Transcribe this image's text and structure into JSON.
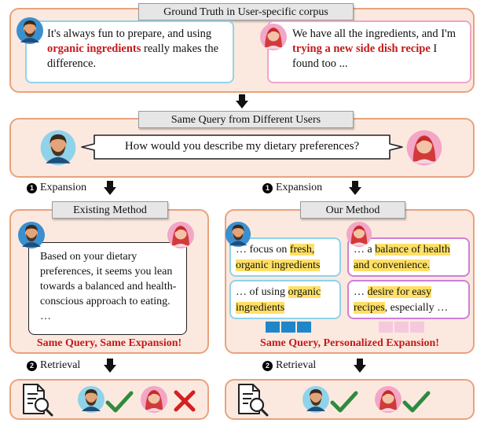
{
  "top": {
    "title": "Ground Truth in User-specific corpus",
    "user1": {
      "pre": "It's always fun to prepare, and using ",
      "em": "organic ingredients",
      "post": " really makes the difference."
    },
    "user2": {
      "pre": "We have all the ingredients, and I'm ",
      "em": "trying a new side dish recipe",
      "post": " I found too ..."
    }
  },
  "query": {
    "title": "Same Query from Different Users",
    "text": "How would you describe my dietary preferences?"
  },
  "steps": {
    "expansion_num": "1",
    "expansion": "Expansion",
    "retrieval_num": "2",
    "retrieval": "Retrieval"
  },
  "existing": {
    "title": "Existing Method",
    "text": "Based on your dietary preferences, it seems you lean towards a balanced and health-conscious approach to eating. …",
    "caption": "Same Query, Same Expansion!"
  },
  "ours": {
    "title": "Our Method",
    "u1a": {
      "pre": "… focus on ",
      "hl": "fresh, organic ingredients",
      "post": ""
    },
    "u1b": {
      "pre": "… of using ",
      "hl": "organic ingredients",
      "post": ""
    },
    "u2a": {
      "pre": "… a ",
      "hl": "balance of health and convenience.",
      "post": ""
    },
    "u2b": {
      "pre": "… ",
      "hl": "desire for easy recipes",
      "post": ", especially …"
    },
    "caption": "Same Query, Personalized Expansion!"
  },
  "colors": {
    "panel_border": "#e8a27e",
    "panel_fill": "#fbe9df",
    "user1_box": "#8fd3ea",
    "user2_box": "#f0a4c8",
    "highlight": "#ffe066",
    "red_text": "#c41a1a",
    "check": "#2e8b3e",
    "cross": "#d42020",
    "vector1": "#1f86c9",
    "vector2": "#f6c8de"
  },
  "icons": [
    "user-man-avatar",
    "user-woman-avatar",
    "document-search-icon",
    "check-icon",
    "cross-icon",
    "arrow-down-icon",
    "embedding-vector"
  ]
}
